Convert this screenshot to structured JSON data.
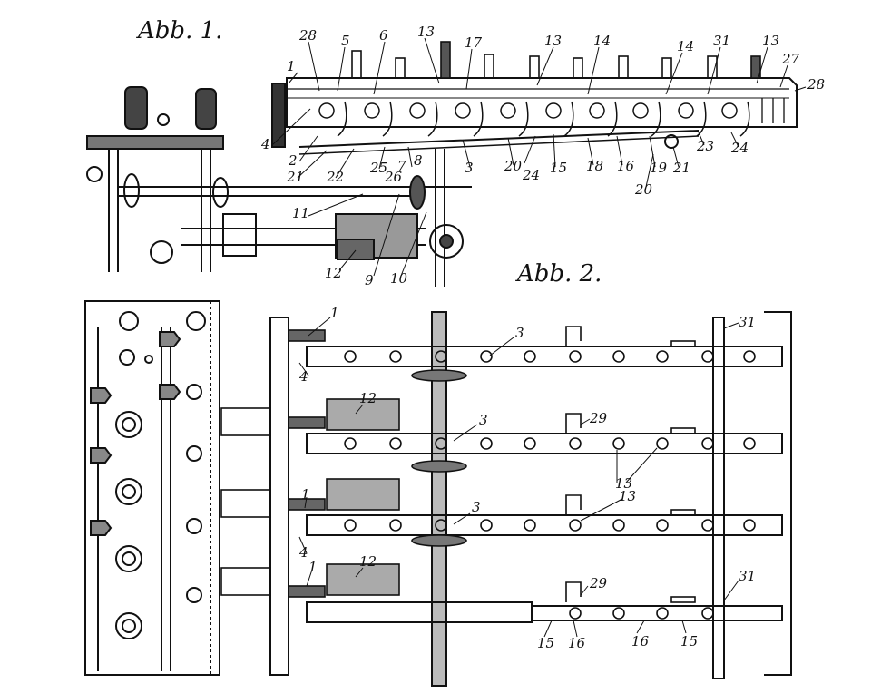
{
  "figure1": {
    "title": "Abb. 1.",
    "labels": [
      "28",
      "5",
      "6",
      "13",
      "17",
      "13",
      "14",
      "14",
      "31",
      "13",
      "27",
      "28",
      "1",
      "4",
      "2",
      "21",
      "22",
      "25",
      "7",
      "26",
      "8",
      "3",
      "20",
      "24",
      "15",
      "18",
      "16",
      "19",
      "21",
      "20",
      "23",
      "24",
      "11",
      "12",
      "9",
      "10"
    ]
  },
  "figure2": {
    "title": "Abb. 2.",
    "labels": [
      "1",
      "3",
      "31",
      "4",
      "12",
      "3",
      "29",
      "13",
      "13",
      "1",
      "3",
      "4",
      "12",
      "29",
      "1",
      "31",
      "15",
      "16",
      "16",
      "15"
    ]
  },
  "colors": {
    "ink": "#111111",
    "paper": "#ffffff"
  }
}
